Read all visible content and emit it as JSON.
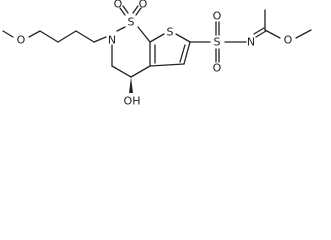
{
  "molecule": {
    "atoms": {
      "o_methoxy_left": "O",
      "n_ring": "N",
      "s_sulfonyl_ring": "S",
      "o_ring_left": "O",
      "o_ring_right": "O",
      "s_thiophene": "S",
      "oh_group": "OH",
      "s_sulfonyl_side": "S",
      "o_side_top": "O",
      "o_side_bottom": "O",
      "n_imine": "N",
      "o_methoxy_right": "O"
    }
  }
}
